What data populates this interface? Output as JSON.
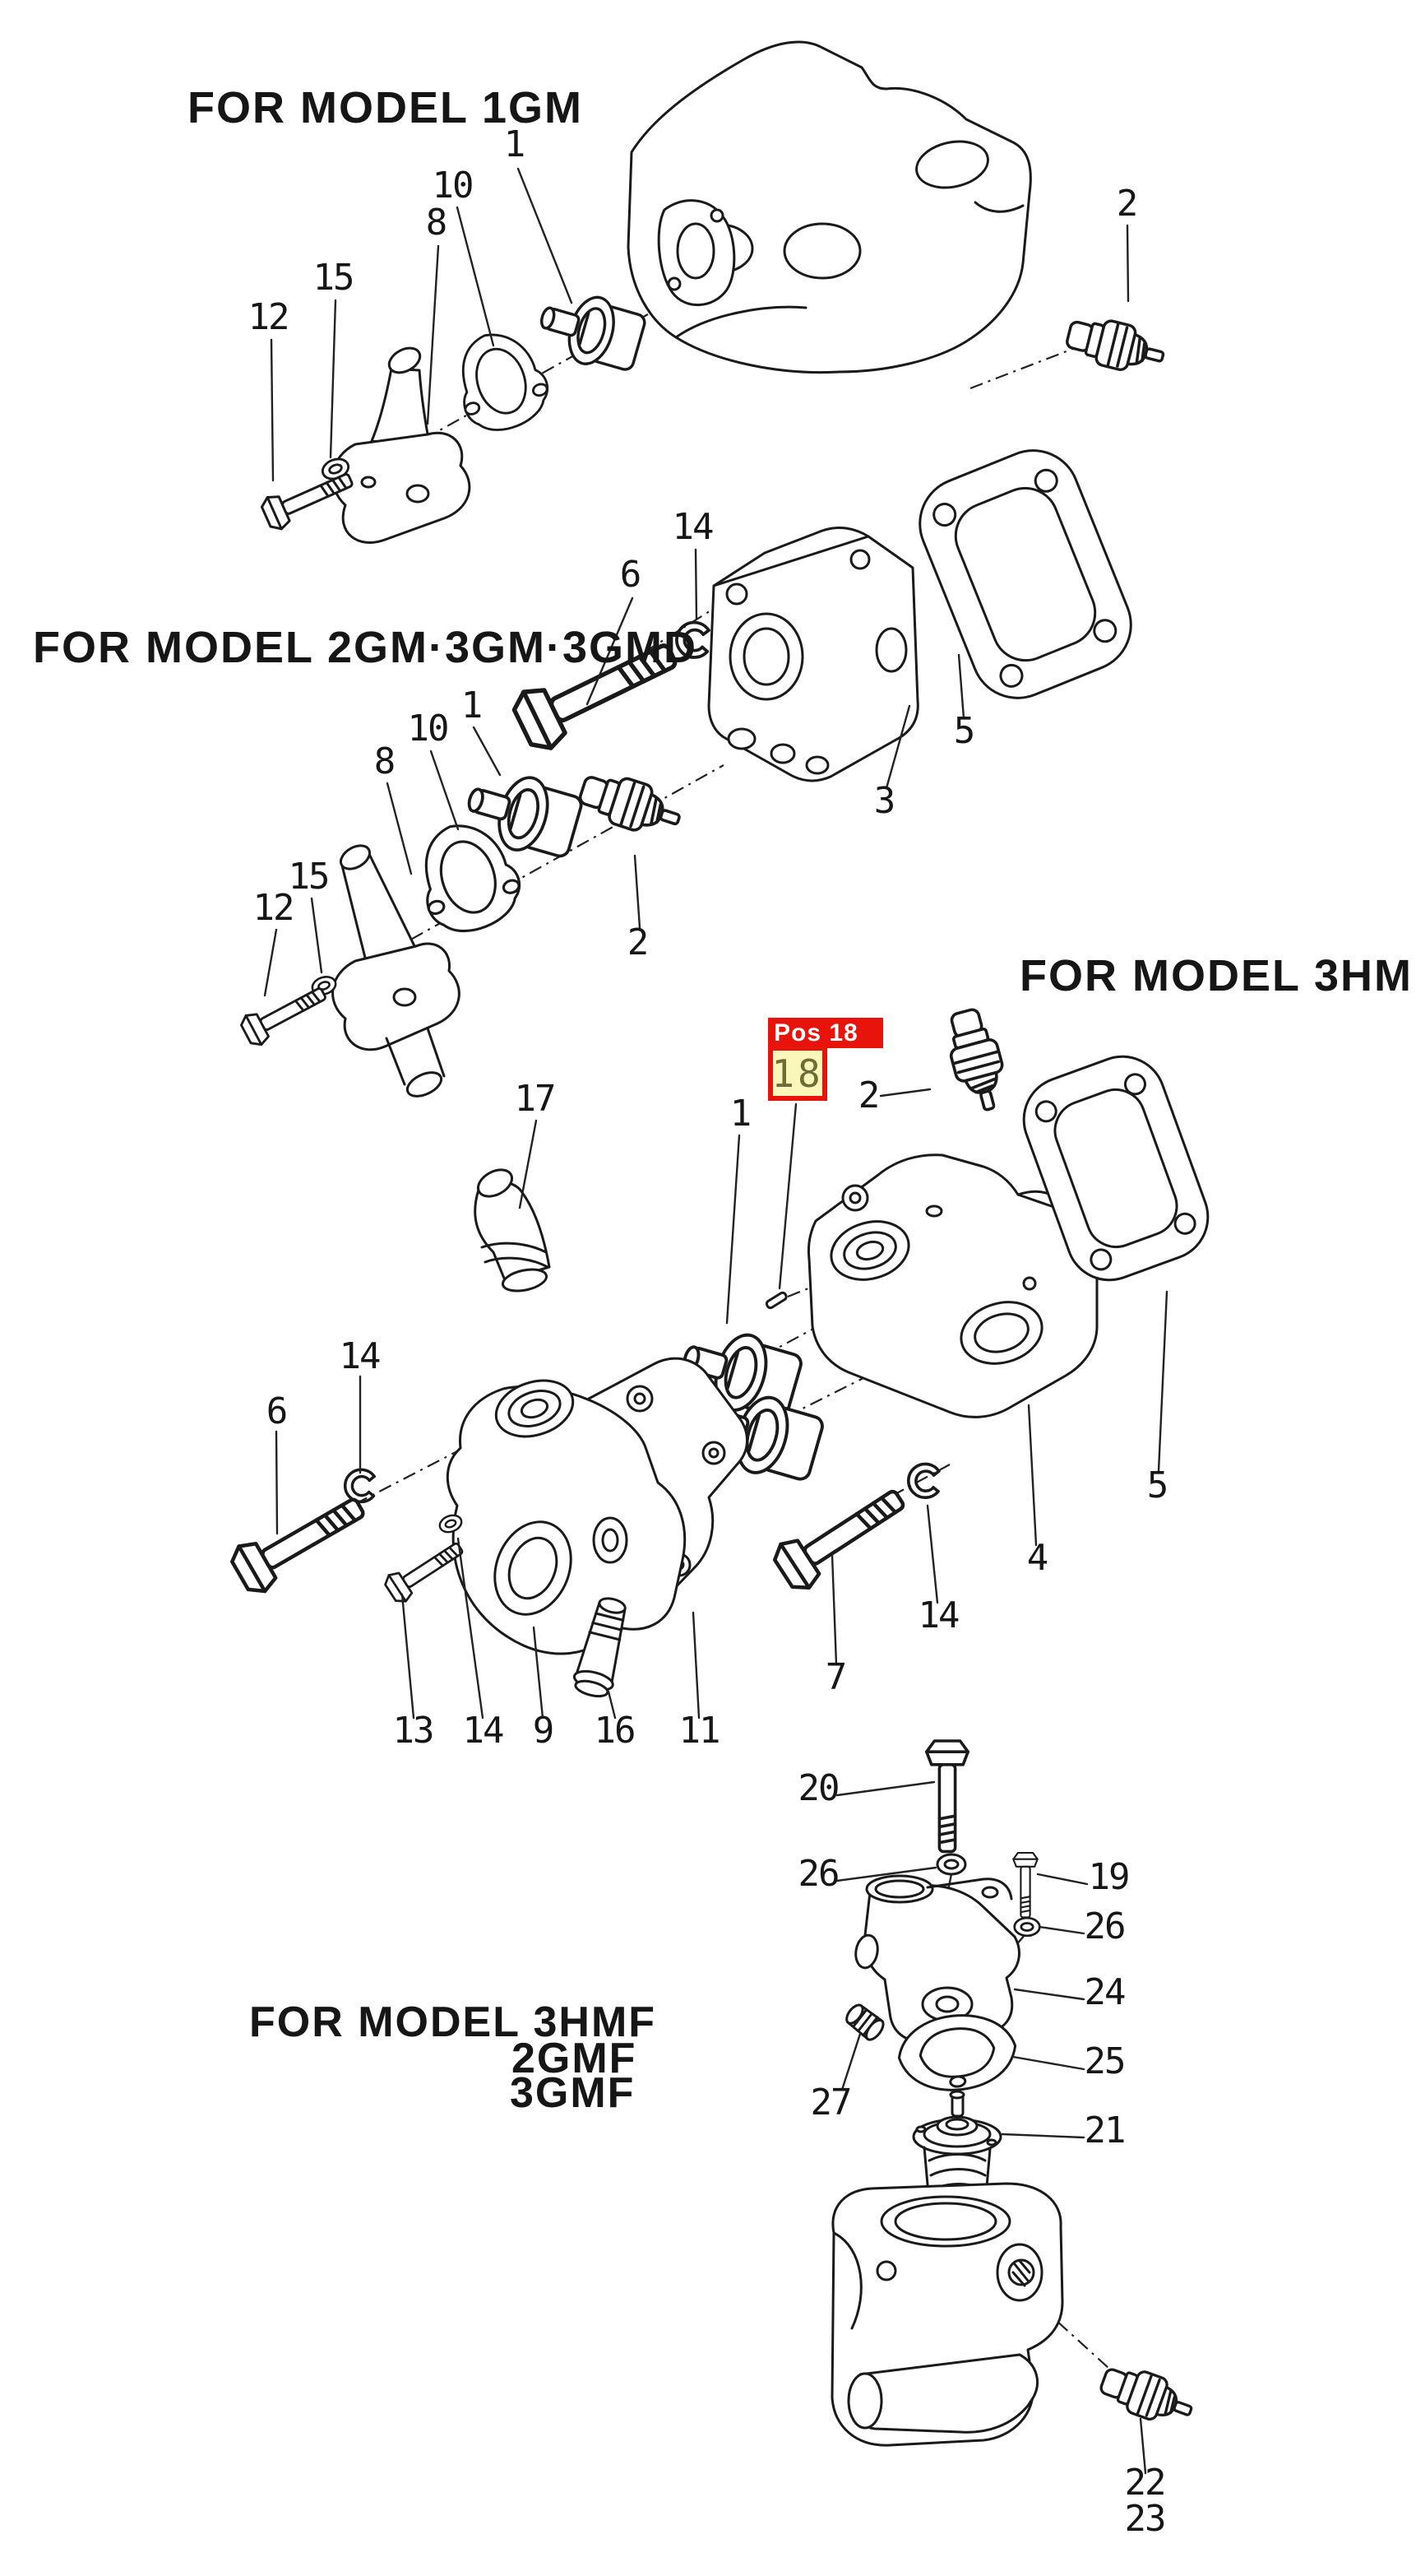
{
  "titles": {
    "model_1gm": "FOR MODEL 1GM",
    "model_2gm": "FOR MODEL 2GM·3GM·3GMD",
    "model_3hm": "FOR MODEL 3HM",
    "model_3hmf_line1": "FOR MODEL 3HMF",
    "model_3hmf_line2": "2GMF",
    "model_3hmf_line3": "3GMF"
  },
  "highlight": {
    "badge_label": "Pos 18",
    "part_number": "18",
    "badge_bg": "#e8130b",
    "badge_fg": "#ffffff",
    "box_bg": "#fbf7bb",
    "box_border": "#e8130b",
    "box_fg": "#6c6c34"
  },
  "callouts": [
    {
      "group": "1GM",
      "n": "1"
    },
    {
      "group": "1GM",
      "n": "10"
    },
    {
      "group": "1GM",
      "n": "8"
    },
    {
      "group": "1GM",
      "n": "15"
    },
    {
      "group": "1GM",
      "n": "12"
    },
    {
      "group": "1GM",
      "n": "2"
    },
    {
      "group": "2GM·3GM·3GMD",
      "n": "14"
    },
    {
      "group": "2GM·3GM·3GMD",
      "n": "6"
    },
    {
      "group": "2GM·3GM·3GMD",
      "n": "1"
    },
    {
      "group": "2GM·3GM·3GMD",
      "n": "10"
    },
    {
      "group": "2GM·3GM·3GMD",
      "n": "8"
    },
    {
      "group": "2GM·3GM·3GMD",
      "n": "15"
    },
    {
      "group": "2GM·3GM·3GMD",
      "n": "12"
    },
    {
      "group": "2GM·3GM·3GMD",
      "n": "2"
    },
    {
      "group": "2GM·3GM·3GMD",
      "n": "5"
    },
    {
      "group": "2GM·3GM·3GMD",
      "n": "3"
    },
    {
      "group": "3HM",
      "n": "17"
    },
    {
      "group": "3HM",
      "n": "1"
    },
    {
      "group": "3HM",
      "n": "2"
    },
    {
      "group": "3HM",
      "n": "5"
    },
    {
      "group": "3HM",
      "n": "4"
    },
    {
      "group": "3HM",
      "n": "14"
    },
    {
      "group": "3HM",
      "n": "7"
    },
    {
      "group": "3HM",
      "n": "6"
    },
    {
      "group": "3HM",
      "n": "14"
    },
    {
      "group": "3HM",
      "n": "13"
    },
    {
      "group": "3HM",
      "n": "14"
    },
    {
      "group": "3HM",
      "n": "9"
    },
    {
      "group": "3HM",
      "n": "16"
    },
    {
      "group": "3HM",
      "n": "11"
    },
    {
      "group": "3HMF·2GMF·3GMF",
      "n": "20"
    },
    {
      "group": "3HMF·2GMF·3GMF",
      "n": "26"
    },
    {
      "group": "3HMF·2GMF·3GMF",
      "n": "19"
    },
    {
      "group": "3HMF·2GMF·3GMF",
      "n": "26"
    },
    {
      "group": "3HMF·2GMF·3GMF",
      "n": "24"
    },
    {
      "group": "3HMF·2GMF·3GMF",
      "n": "25"
    },
    {
      "group": "3HMF·2GMF·3GMF",
      "n": "27"
    },
    {
      "group": "3HMF·2GMF·3GMF",
      "n": "21"
    },
    {
      "group": "3HMF·2GMF·3GMF",
      "n": "22"
    },
    {
      "group": "3HMF·2GMF·3GMF",
      "n": "23"
    }
  ]
}
